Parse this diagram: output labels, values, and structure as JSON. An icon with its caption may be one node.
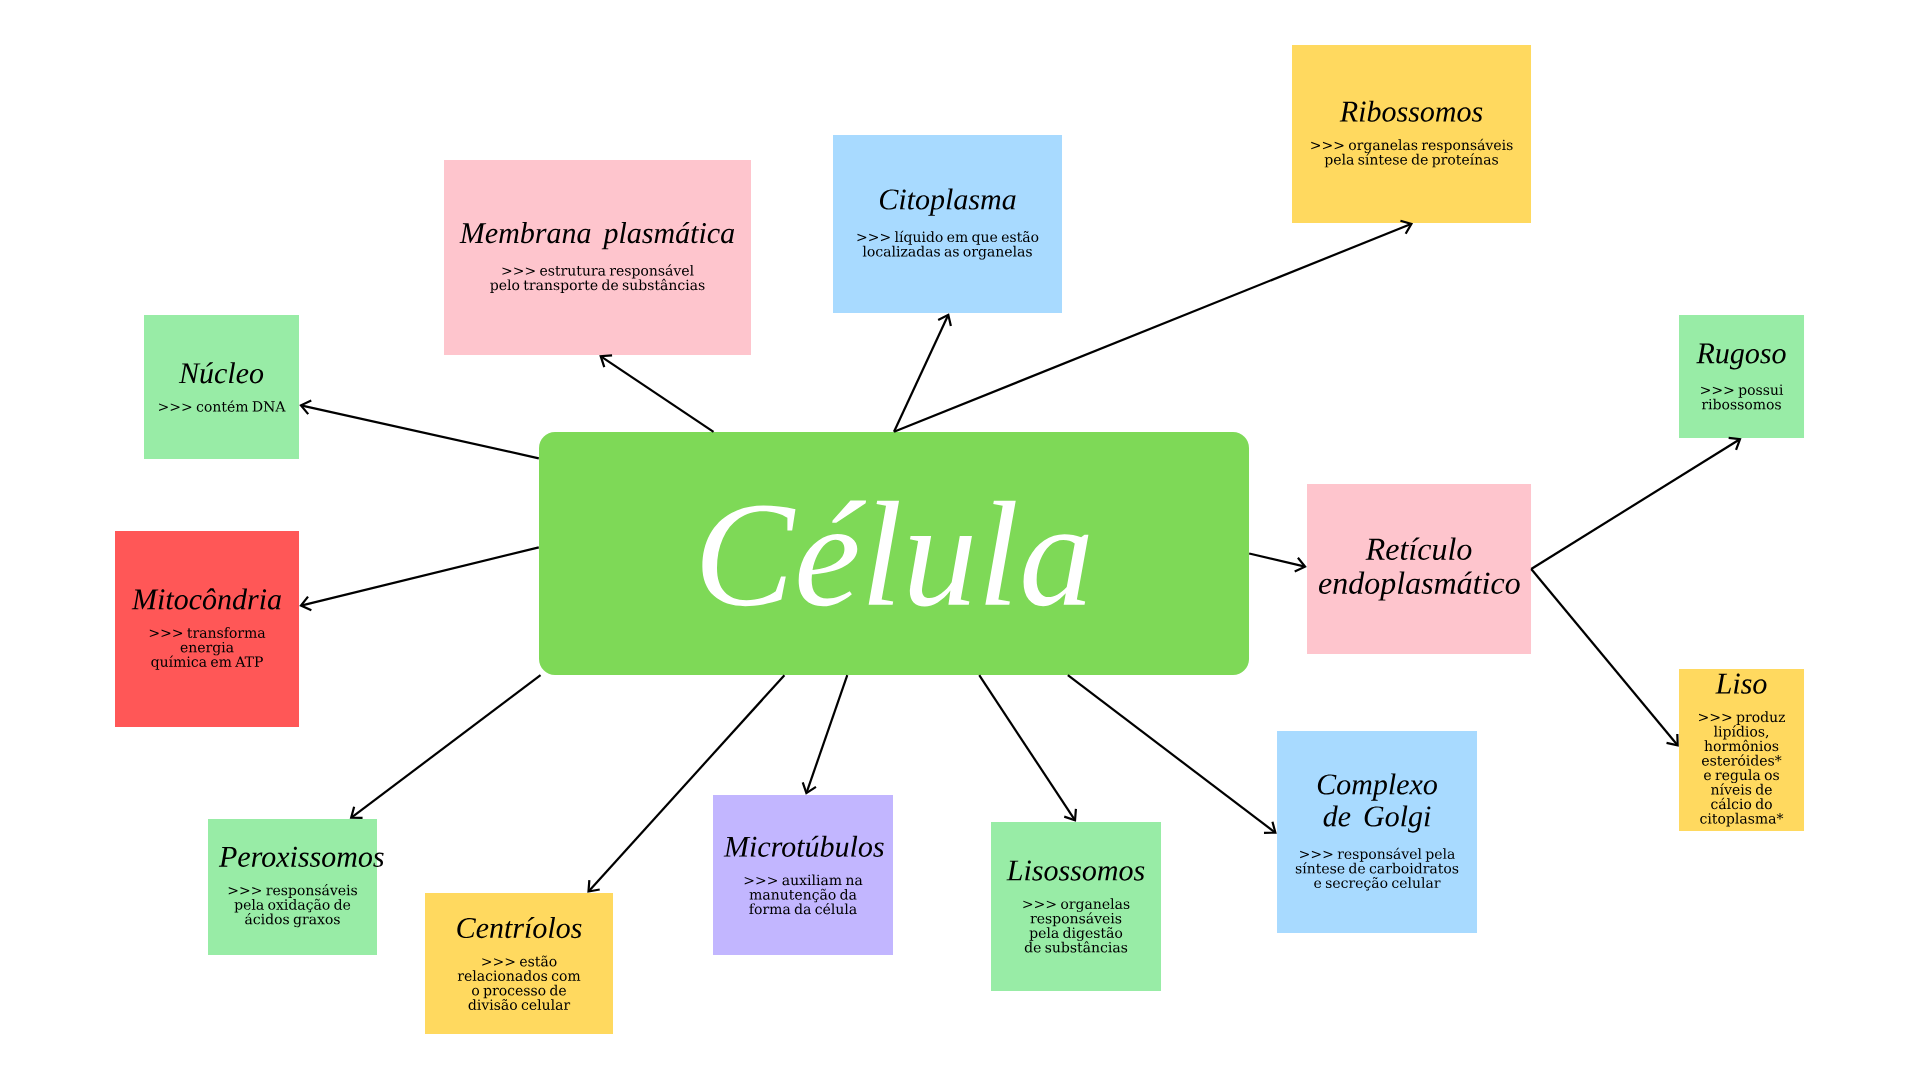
{
  "diagram": {
    "nodes": [
      {
        "text": [
          "Célula"
        ]
      },
      {
        "text": [
          "Núcleo",
          ">>> contém DNA"
        ]
      },
      {
        "text": [
          "Membrana plasmática",
          ">>> estrutura responsável pelo transporte de substâncias"
        ]
      },
      {
        "text": [
          "Citoplasma",
          ">>> líquido em que estão localizadas as organelas"
        ]
      },
      {
        "text": [
          "Ribossomos",
          ">>> organelas responsáveis pela síntese de proteínas"
        ]
      },
      {
        "text": [
          "Mitocôndria",
          ">>> transforma energia química em ATP"
        ]
      },
      {
        "text": [
          "Retículo endoplasmático"
        ]
      },
      {
        "text": [
          "Rugoso",
          ">>> possui ribossomos"
        ]
      },
      {
        "text": [
          "Liso",
          ">>> produz lipídios, hormônios esteróides* e regula os níveis de cálcio do citoplasma*"
        ]
      },
      {
        "text": [
          "Peroxissomos",
          ">>> responsáveis pela oxidação de ácidos graxos"
        ]
      },
      {
        "text": [
          "Centríolos",
          ">>> estão relacionados com o processo de divisão celular"
        ]
      },
      {
        "text": [
          "Microtúbulos",
          ">>> auxiliam na manutenção da forma da célula"
        ]
      },
      {
        "text": [
          "Lisossomos",
          ">>> organelas responsáveis pela digestão de substâncias"
        ]
      },
      {
        "text": [
          "Complexo de Golgi",
          ">>> responsável pela síntese de carboidratos e secreção celular"
        ]
      }
    ],
    "edges": [
      {
        "from": 0,
        "to": 1,
        "arrow": "to"
      },
      {
        "from": 0,
        "to": 2,
        "arrow": "to"
      },
      {
        "from": 0,
        "to": 3,
        "arrow": "to"
      },
      {
        "from": 0,
        "to": 4,
        "arrow": "to"
      },
      {
        "from": 0,
        "to": 5,
        "arrow": "to"
      },
      {
        "from": 0,
        "to": 6,
        "arrow": "to"
      },
      {
        "from": 6,
        "to": 7,
        "arrow": "to"
      },
      {
        "from": 6,
        "to": 8,
        "arrow": "to"
      },
      {
        "from": 0,
        "to": 9,
        "arrow": "to"
      },
      {
        "from": 0,
        "to": 10,
        "arrow": "to"
      },
      {
        "from": 0,
        "to": 11,
        "arrow": "to"
      },
      {
        "from": 0,
        "to": 12,
        "arrow": "to"
      },
      {
        "from": 0,
        "to": 13,
        "arrow": "to"
      }
    ]
  }
}
